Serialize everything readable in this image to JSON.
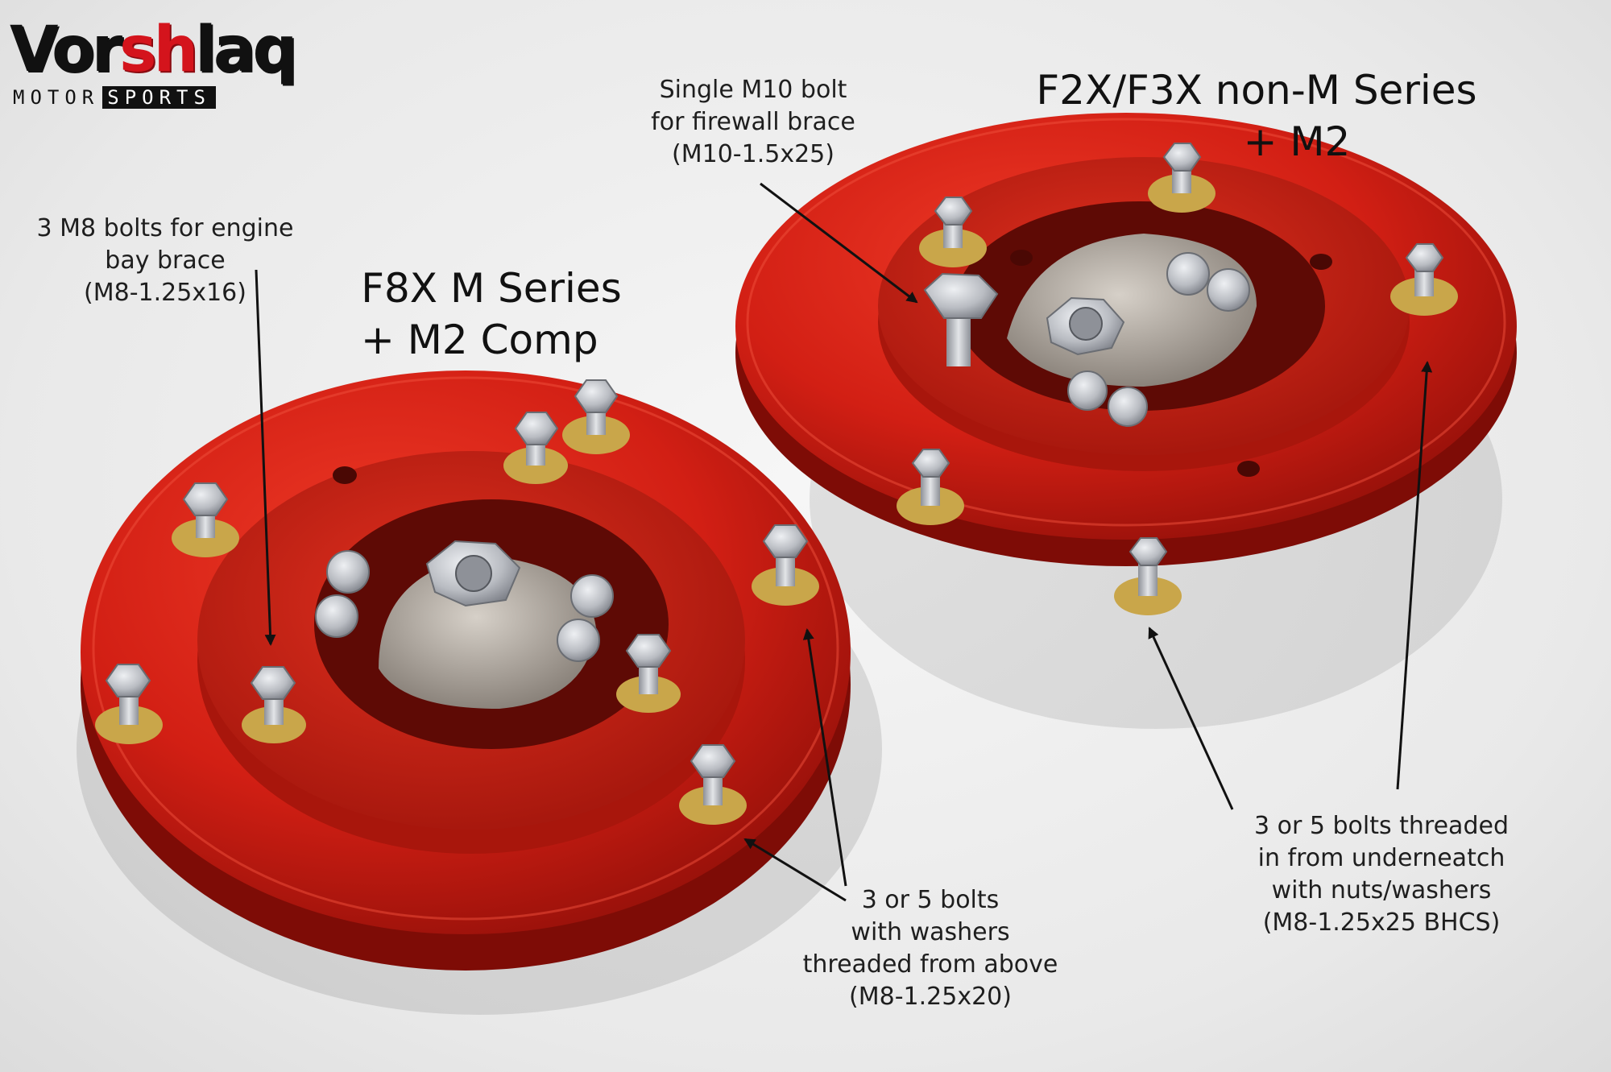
{
  "logo": {
    "name_part1": "Vor",
    "name_part2": "sh",
    "name_part3": "laq",
    "sub_part1": "MOTOR",
    "sub_part2": "SPORTS"
  },
  "labels": {
    "left_title": [
      "F8X M Series",
      "+ M2 Comp"
    ],
    "right_title": [
      "F2X/F3X non-M Series",
      "+ M2"
    ],
    "engine_bay_brace": [
      "3 M8 bolts for engine",
      "bay brace",
      "(M8-1.25x16)"
    ],
    "firewall_brace": [
      "Single M10 bolt",
      "for firewall brace",
      "(M10-1.5x25)"
    ],
    "bolts_from_above": [
      "3 or 5 bolts",
      "with washers",
      "threaded from above",
      "(M8-1.25x20)"
    ],
    "bolts_from_below": [
      "3 or 5 bolts threaded",
      "in from underneatch",
      "with nuts/washers",
      "(M8-1.25x25 BHCS)"
    ]
  },
  "colors": {
    "anodized_red": "#d21f14",
    "anodized_dark": "#8c0e08",
    "steel": "#c9ccd1",
    "brass_washer": "#c9a64a"
  }
}
